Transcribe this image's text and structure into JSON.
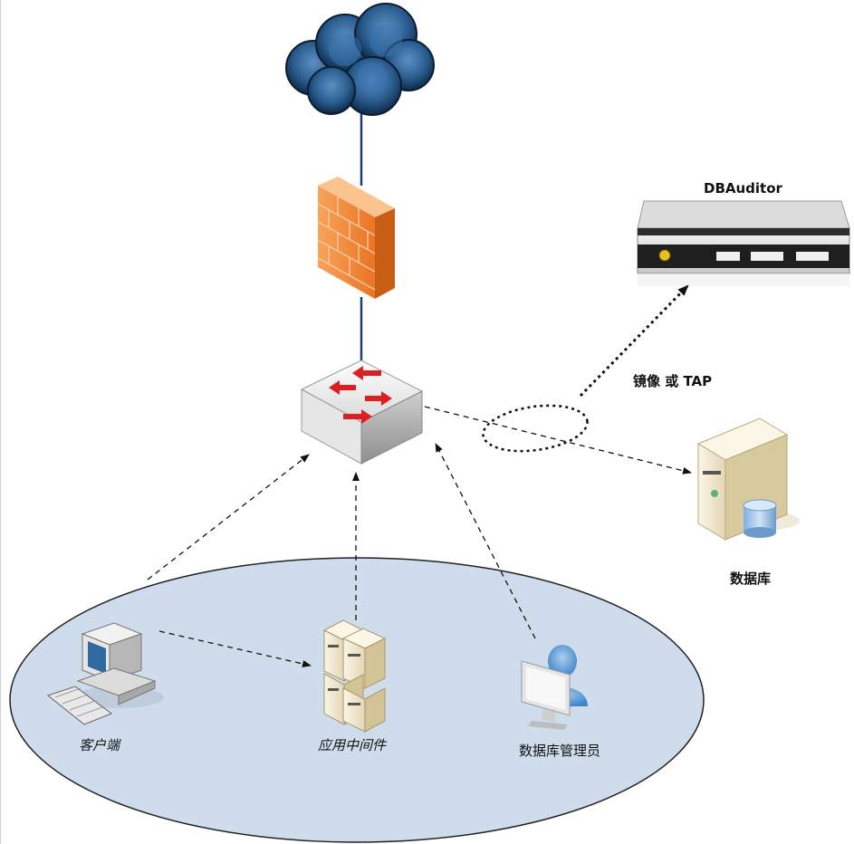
{
  "nodes": {
    "internet": {
      "icon": "cloud-icon"
    },
    "firewall": {
      "icon": "firewall-icon"
    },
    "switch": {
      "icon": "switch-icon"
    },
    "auditor": {
      "label": "DBAuditor",
      "icon": "appliance-icon"
    },
    "database": {
      "label": "数据库",
      "icon": "database-server-icon"
    },
    "client": {
      "label": "客户端",
      "icon": "computer-icon"
    },
    "middleware": {
      "label": "应用中间件",
      "icon": "server-stack-icon"
    },
    "dba": {
      "label": "数据库管理员",
      "icon": "user-workstation-icon"
    }
  },
  "edges": {
    "mirror_label": "镜像 或 TAP"
  },
  "colors": {
    "lan_fill": "#cfdceb",
    "firewall": "#f28a3a",
    "switch_arrow": "#dd1f1f",
    "cloud": "#2a5d8f",
    "link": "#1f3d7a"
  }
}
